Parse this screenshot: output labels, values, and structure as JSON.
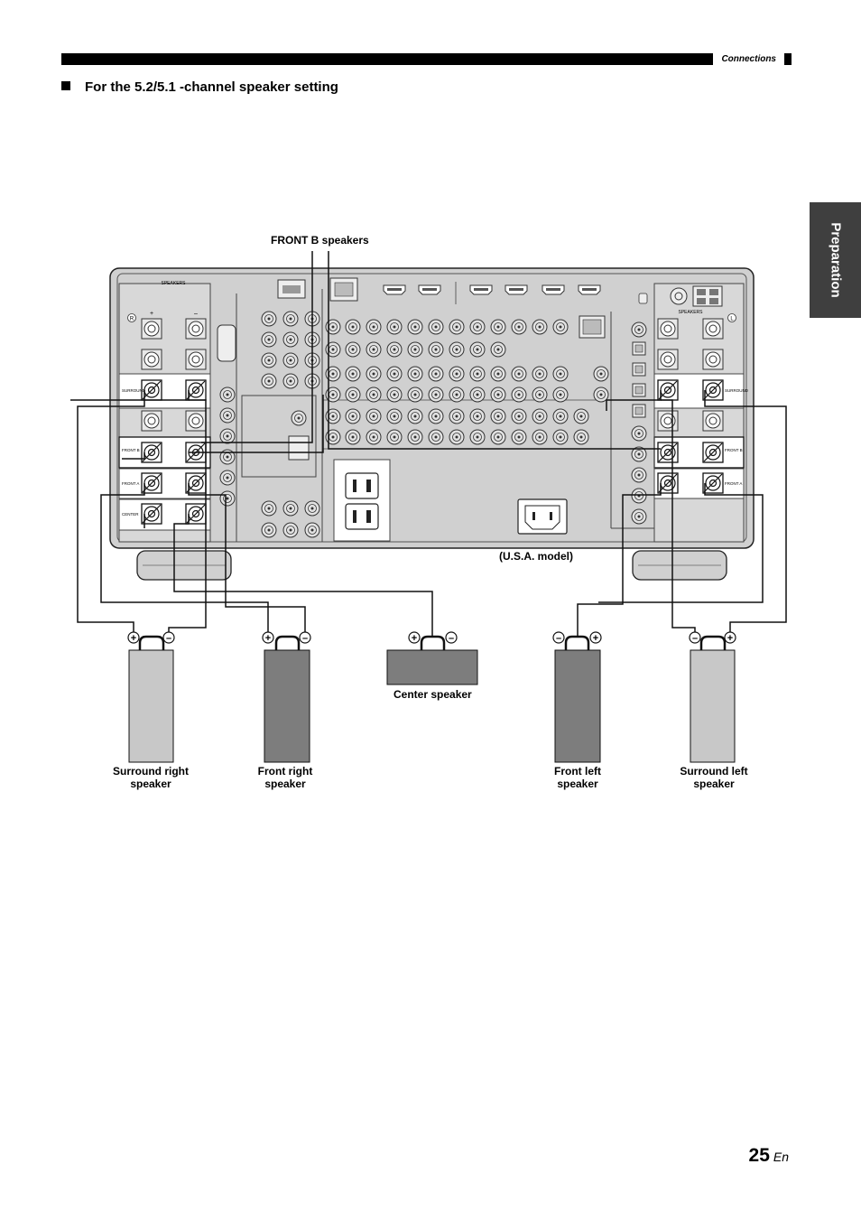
{
  "header": {
    "section_label": "Connections"
  },
  "section_title": "For the 5.2/5.1 -channel speaker setting",
  "side_tab": "Preparation",
  "labels": {
    "front_b_speakers": "FRONT B speakers",
    "usa_model": "(U.S.A. model)",
    "center_speaker": "Center speaker",
    "surround_right_l1": "Surround right",
    "surround_right_l2": "speaker",
    "front_right_l1": "Front right",
    "front_right_l2": "speaker",
    "front_left_l1": "Front left",
    "front_left_l2": "speaker",
    "surround_left_l1": "Surround left",
    "surround_left_l2": "speaker"
  },
  "panel_text": {
    "speakers_left": "SPEAKERS",
    "speakers_right": "SPEAKERS",
    "surround": "SURROUND",
    "front_b": "FRONT B",
    "front_a": "FRONT A",
    "center": "CENTER"
  },
  "page": {
    "number": "25",
    "suffix": "En"
  },
  "colors": {
    "panel": "#d0d0d0",
    "speaker_light": "#c8c8c8",
    "speaker_dark": "#7d7d7d",
    "tab": "#3f3f3f"
  }
}
